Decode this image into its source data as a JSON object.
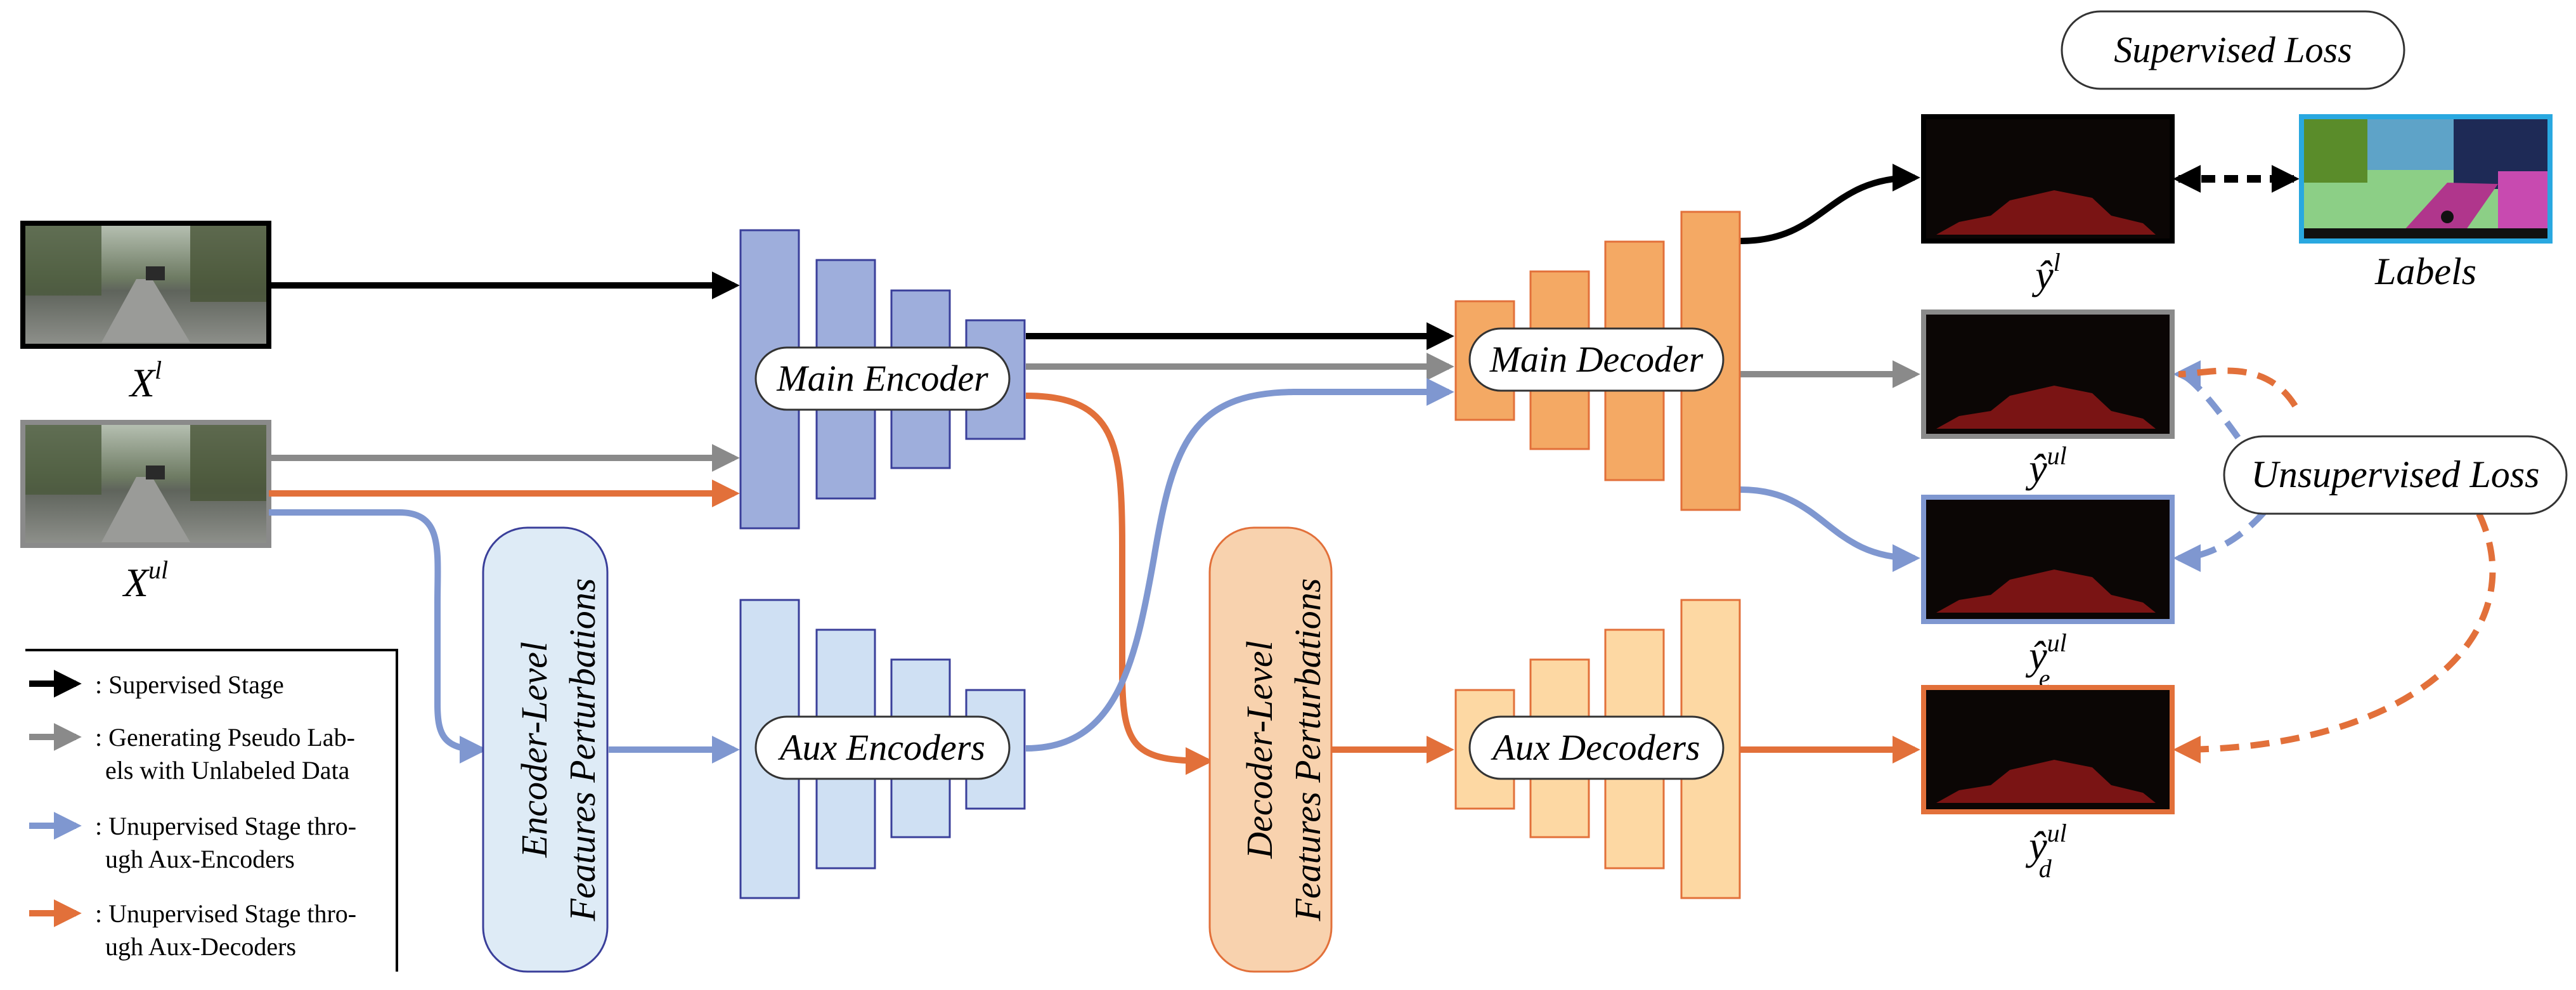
{
  "colors": {
    "black": "#000000",
    "gray": "#8a8a8a",
    "blue": "#7f97d0",
    "orange": "#e2703a",
    "enc_main_fill": "#9eaedc",
    "enc_main_stroke": "#3a3f9a",
    "enc_aux_fill": "#cfe0f3",
    "enc_aux_stroke": "#3a3f9a",
    "dec_main_fill": "#f4a964",
    "dec_main_stroke": "#e2703a",
    "dec_aux_fill": "#fdd8a3",
    "dec_aux_stroke": "#e2703a",
    "enc_perturb_fill": "#deebf6",
    "dec_perturb_fill": "#f8d2ae",
    "label_border": "#29a8e0"
  },
  "inputs": {
    "labeled": {
      "label_main": "X",
      "label_sup": "l"
    },
    "unlabeled": {
      "label_main": "X",
      "label_sup": "ul"
    }
  },
  "blocks": {
    "main_encoder": "Main Encoder",
    "aux_encoders": "Aux Encoders",
    "main_decoder": "Main Decoder",
    "aux_decoders": "Aux Decoders"
  },
  "perturbations": {
    "encoder": {
      "line1": "Encoder-Level",
      "line2": "Features Perturbations"
    },
    "decoder": {
      "line1": "Decoder-Level",
      "line2": "Features Perturbations"
    }
  },
  "outputs": {
    "y_l": {
      "main": "ŷ",
      "sup": "l",
      "sub": ""
    },
    "y_ul": {
      "main": "ŷ",
      "sup": "ul",
      "sub": ""
    },
    "y_e_ul": {
      "main": "ŷ",
      "sup": "ul",
      "sub": "e"
    },
    "y_d_ul": {
      "main": "ŷ",
      "sup": "ul",
      "sub": "d"
    }
  },
  "labels_caption": "Labels",
  "losses": {
    "supervised": "Supervised Loss",
    "unsupervised": "Unsupervised Loss"
  },
  "legend": [
    {
      "color": "black",
      "line1": ": Supervised Stage",
      "line2": ""
    },
    {
      "color": "gray",
      "line1": ": Generating Pseudo Lab-",
      "line2": "els with Unlabeled Data"
    },
    {
      "color": "blue",
      "line1": ": Unupervised Stage thro-",
      "line2": "ugh Aux-Encoders"
    },
    {
      "color": "orange",
      "line1": ": Unupervised Stage thro-",
      "line2": "ugh Aux-Decoders"
    }
  ]
}
